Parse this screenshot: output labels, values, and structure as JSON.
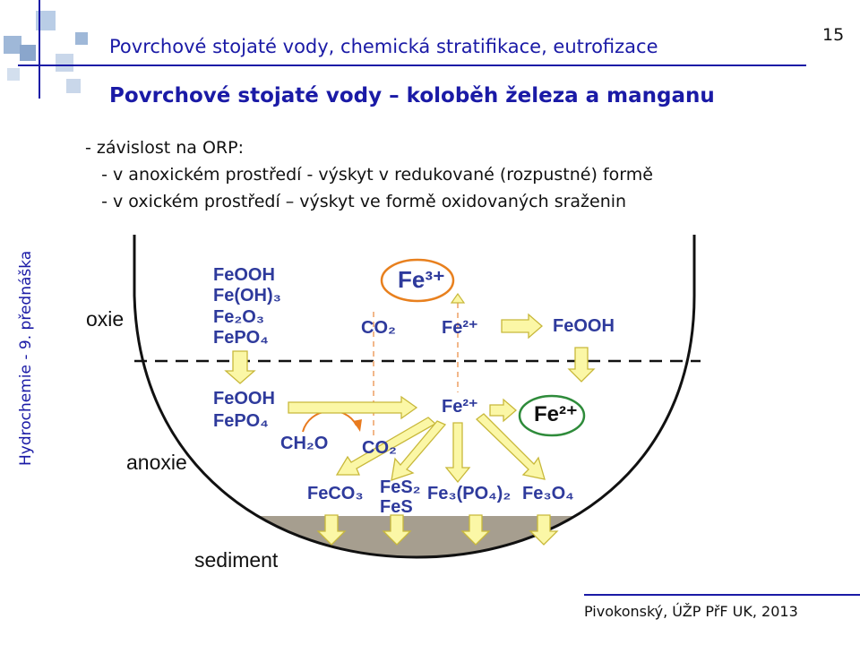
{
  "header": {
    "title": "Povrchové stojaté vody, chemická stratifikace, eutrofizace",
    "page_number": "15",
    "subtitle": "Povrchové stojaté vody – koloběh železa a manganu"
  },
  "sidebar": {
    "label": "Hydrochemie - 9. přednáška"
  },
  "bullets": [
    "- závislost na ORP:",
    "   - v anoxickém prostředí - výskyt v redukované (rozpustné) formě",
    "   - v oxickém prostředí – výskyt ve formě oxidovaných sraženin"
  ],
  "diagram": {
    "zones": {
      "oxic": "oxie",
      "anoxic": "anoxie",
      "sediment": "sediment"
    },
    "oxic_minerals": [
      "FeOOH",
      "Fe(OH)₃",
      "Fe₂O₃",
      "FePO₄"
    ],
    "oxic_co2": "CO₂",
    "oxic_fe3": "Fe³⁺",
    "oxic_fe2": "Fe²⁺",
    "oxic_product": "FeOOH",
    "anoxic_minerals": [
      "FeOOH",
      "FePO₄"
    ],
    "anoxic_ch2o": "CH₂O",
    "anoxic_co2": "CO₂",
    "anoxic_fe2": "Fe²⁺",
    "anoxic_fe2_circled": "Fe²⁺",
    "precipitates": [
      "FeCO₃",
      "FeS₂",
      "FeS",
      "Fe₃(PO₄)₂",
      "Fe₃O₄"
    ],
    "colors": {
      "title": "#1a1aa6",
      "chem": "#2e3a9c",
      "arrow_fill": "#fbf7a6",
      "arrow_stroke": "#c8b83a",
      "sediment": "#a69e8f",
      "circle_orange": "#e8801e",
      "circle_green": "#2e8b3a",
      "swirl": "#e87a1e",
      "dashed": "#f2b78a"
    }
  },
  "footer": {
    "credit": "Pivokonský, ÚŽP PřF UK, 2013"
  }
}
